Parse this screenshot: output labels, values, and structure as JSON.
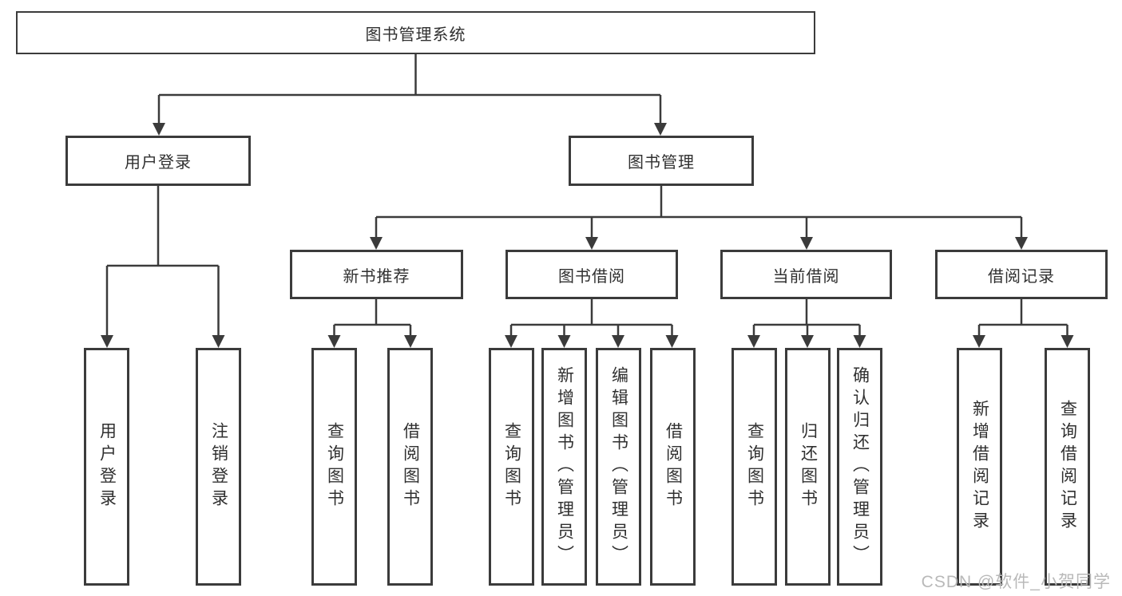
{
  "diagram": {
    "root": {
      "label": "图书管理系统"
    },
    "level2": [
      {
        "label": "用户登录"
      },
      {
        "label": "图书管理"
      }
    ],
    "level3": [
      {
        "label": "新书推荐",
        "parent": "图书管理"
      },
      {
        "label": "图书借阅",
        "parent": "图书管理"
      },
      {
        "label": "当前借阅",
        "parent": "图书管理"
      },
      {
        "label": "借阅记录",
        "parent": "图书管理"
      }
    ],
    "leaves": [
      {
        "label": "用户登录",
        "parent": "用户登录"
      },
      {
        "label": "注销登录",
        "parent": "用户登录"
      },
      {
        "label": "查询图书",
        "parent": "新书推荐"
      },
      {
        "label": "借阅图书",
        "parent": "新书推荐"
      },
      {
        "label": "查询图书",
        "parent": "图书借阅"
      },
      {
        "label": "新增图书（管理员）",
        "parent": "图书借阅"
      },
      {
        "label": "编辑图书（管理员）",
        "parent": "图书借阅"
      },
      {
        "label": "借阅图书",
        "parent": "图书借阅"
      },
      {
        "label": "查询图书",
        "parent": "当前借阅"
      },
      {
        "label": "归还图书",
        "parent": "当前借阅"
      },
      {
        "label": "确认归还（管理员）",
        "parent": "当前借阅"
      },
      {
        "label": "新增借阅记录",
        "parent": "借阅记录"
      },
      {
        "label": "查询借阅记录",
        "parent": "借阅记录"
      }
    ],
    "watermark": "CSDN @软件_小贺同学",
    "colors": {
      "line": "#3b3b3b",
      "text": "#303030",
      "watermark": "#b9b9b9",
      "background": "#ffffff"
    }
  }
}
